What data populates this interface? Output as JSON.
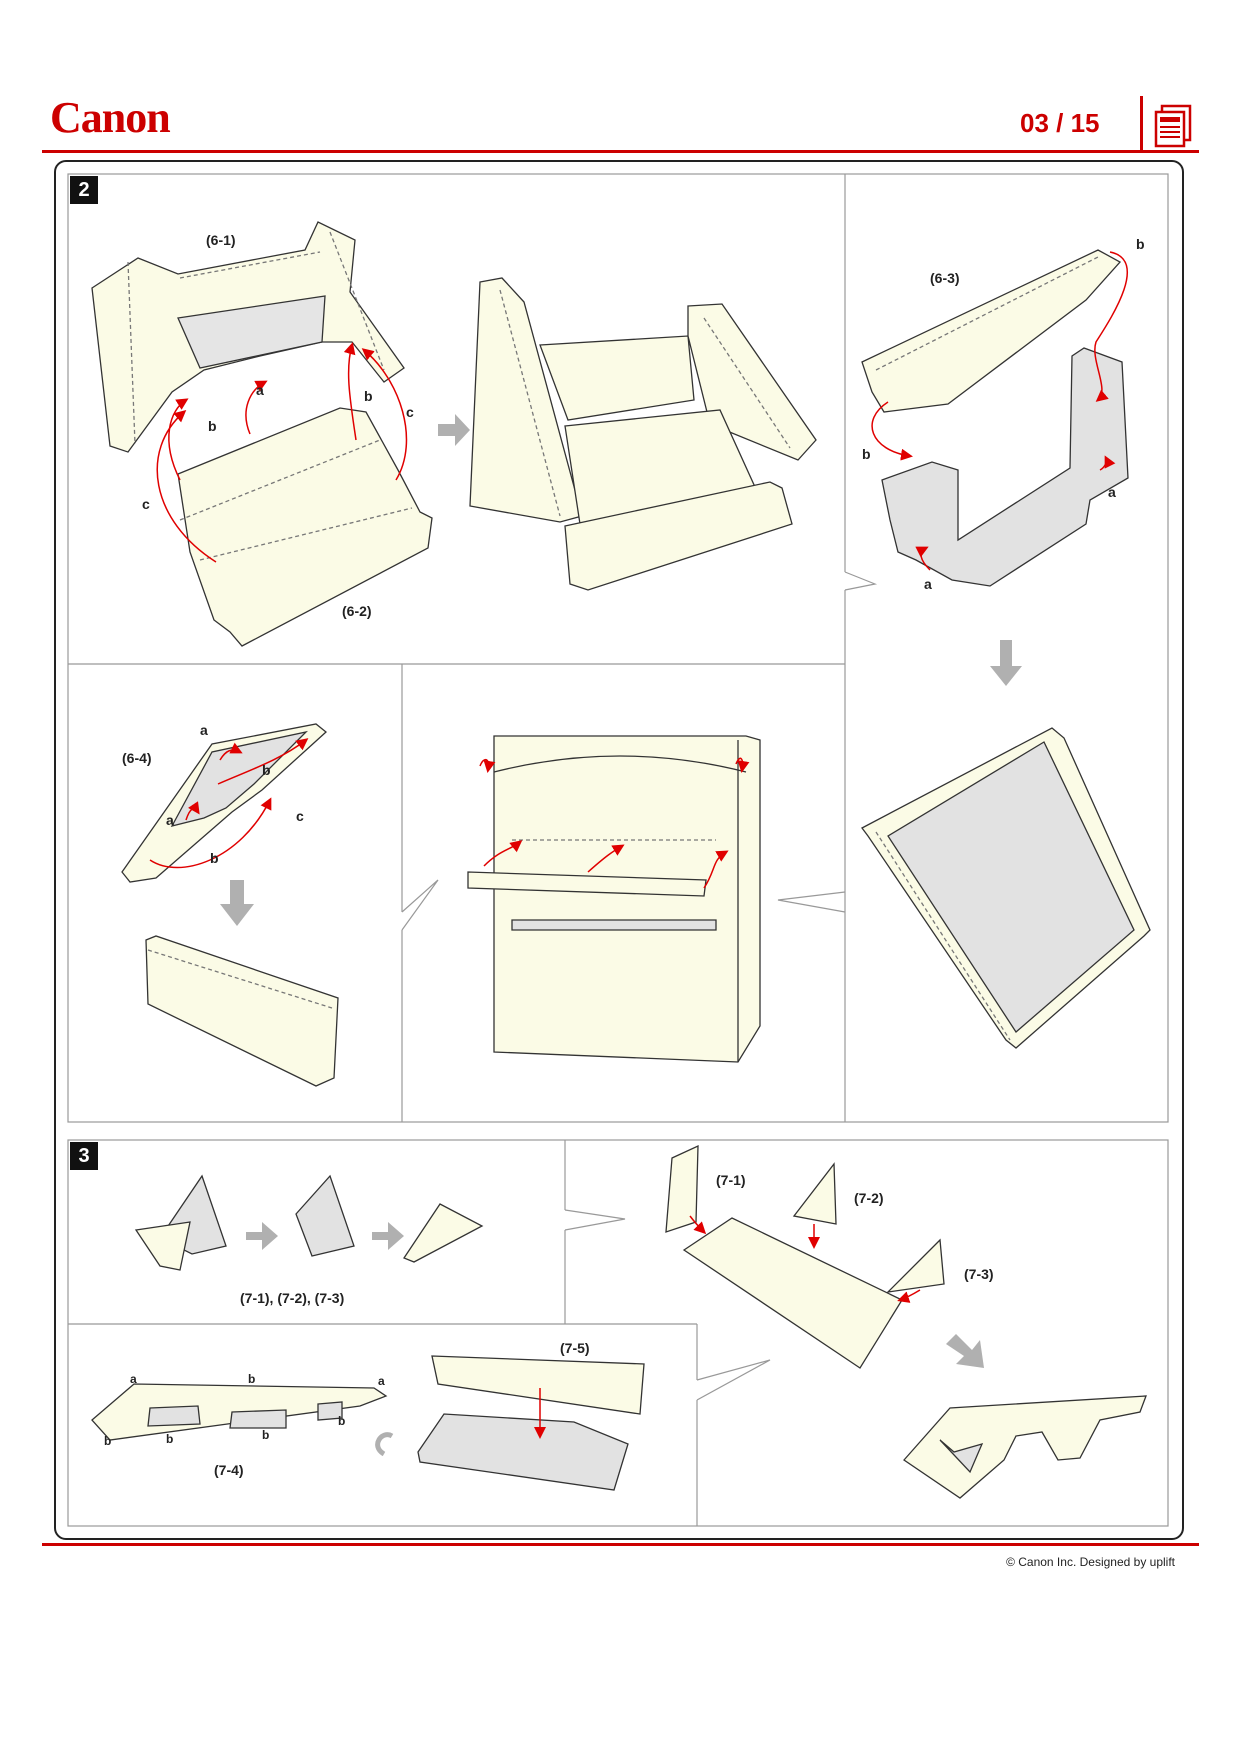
{
  "header": {
    "logo": "Canon",
    "page_number": "03 / 15",
    "icons": [
      "document-icon"
    ],
    "brand_color": "#cc0000"
  },
  "step2": {
    "badge": "2",
    "labels": {
      "p6_1": "(6-1)",
      "p6_2": "(6-2)",
      "p6_3": "(6-3)",
      "p6_4": "(6-4)",
      "a": "a",
      "b": "b",
      "c": "c"
    }
  },
  "step3": {
    "badge": "3",
    "labels": {
      "triangles": "(7-1), (7-2), (7-3)",
      "p7_1": "(7-1)",
      "p7_2": "(7-2)",
      "p7_3": "(7-3)",
      "p7_4": "(7-4)",
      "p7_5": "(7-5)",
      "a": "a",
      "b": "b"
    }
  },
  "footer": {
    "copyright": "© Canon Inc. Designed by uplift"
  },
  "colors": {
    "paper": "#fbfbe6",
    "shadow": "#e2e2e2",
    "arrow": "#e00000",
    "grey_arrow": "#b0b0b0"
  }
}
